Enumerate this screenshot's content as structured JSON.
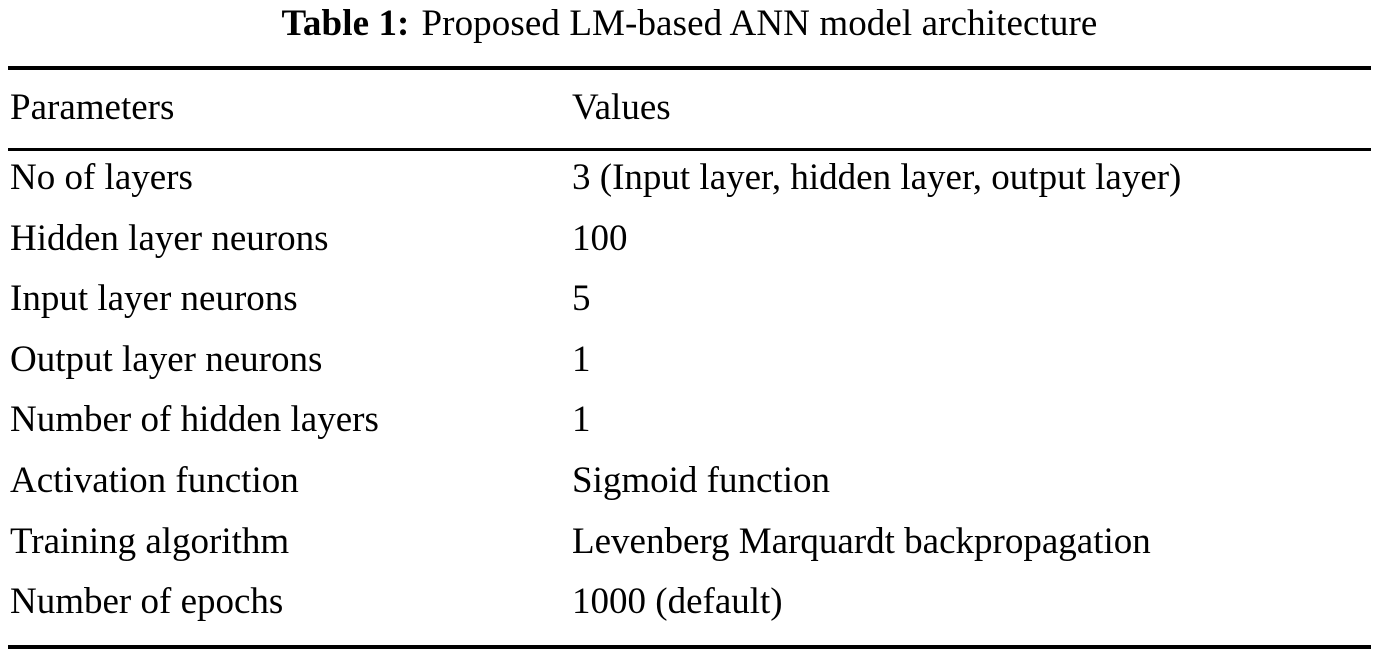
{
  "caption": {
    "label": "Table 1:",
    "text": "Proposed LM-based ANN model architecture"
  },
  "table": {
    "columns": [
      "Parameters",
      "Values"
    ],
    "rows": [
      {
        "parameter": "No of layers",
        "value": "3 (Input layer, hidden layer, output layer)"
      },
      {
        "parameter": "Hidden layer neurons",
        "value": "100"
      },
      {
        "parameter": "Input layer neurons",
        "value": "5"
      },
      {
        "parameter": "Output layer neurons",
        "value": "1"
      },
      {
        "parameter": "Number of hidden layers",
        "value": "1"
      },
      {
        "parameter": "Activation function",
        "value": "Sigmoid function"
      },
      {
        "parameter": "Training algorithm",
        "value": "Levenberg Marquardt backpropagation"
      },
      {
        "parameter": "Number of epochs",
        "value": "1000 (default)"
      }
    ]
  },
  "colors": {
    "text": "#000000",
    "background": "#ffffff",
    "rule": "#000000"
  }
}
